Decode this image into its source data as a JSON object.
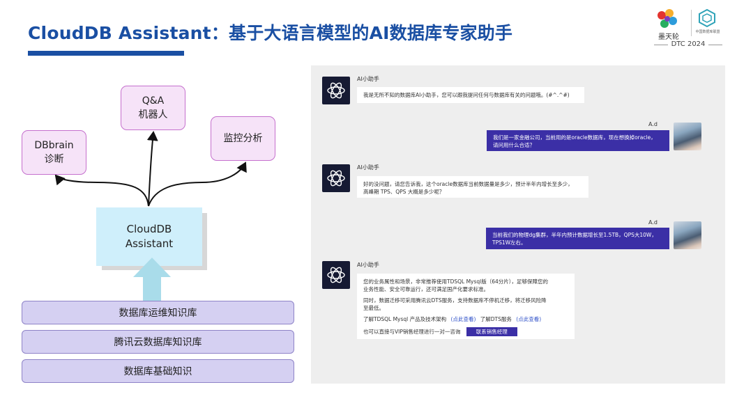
{
  "header": {
    "title": "CloudDB Assistant：基于大语言模型的AI数据库专家助手",
    "logo1_text": "墨天轮",
    "logo2_text": "中国数据库联盟",
    "event": "DTC 2024"
  },
  "diagram": {
    "top_boxes": {
      "dbbrain_line1": "DBbrain",
      "dbbrain_line2": "诊断",
      "qa_line1": "Q&A",
      "qa_line2": "机器人",
      "monitor": "监控分析"
    },
    "assistant_line1": "CloudDB",
    "assistant_line2": "Assistant",
    "layers": [
      "数据库运维知识库",
      "腾讯云数据库知识库",
      "数据库基础知识"
    ]
  },
  "chat": {
    "ai_name": "AI小助手",
    "user_name": "A.d",
    "messages": [
      {
        "role": "ai",
        "text": "我是无所不知的数据库AI小助手，您可以跟我提问任何与数据库有关的问题哦。(#^.^#)"
      },
      {
        "role": "user",
        "line1": "我们是一家金融公司，当前用的是oracle数据库，现在想换掉oracle，",
        "line2": "请问用什么合适？"
      },
      {
        "role": "ai",
        "line1": "好的没问题，请您告诉我，这个oracle数据库当前数据量是多少，预计半年内增长至多少，",
        "line2": "高峰期 TPS、QPS 大概是多少呢？"
      },
      {
        "role": "user",
        "line1": "当前我们的物理dg集群，半年内预计数据增长至1.5TB，QPS大10W，",
        "line2": "TPS1W左右。"
      },
      {
        "role": "ai",
        "p1_line1": "您的业务属性和场景，非常推荐使用TDSQL Mysql版（64分片），足够保障您的",
        "p1_line2": "业务性能、安全可靠运行，还可满足国产化要求标准。",
        "p2_line1": "同时，数据迁移可采用腾讯云DTS服务，支持数据库不停机迁移，将迁移风险降",
        "p2_line2": "至最低。",
        "learn_tdsql": "了解TDSQL Mysql 产品及技术架构",
        "learn_dts": "了解DTS服务",
        "click_here": "(点此查看)",
        "vip_text": "也可以直接与VIP销售经理进行一对一咨询",
        "contact_button": "联系销售经理"
      }
    ]
  }
}
